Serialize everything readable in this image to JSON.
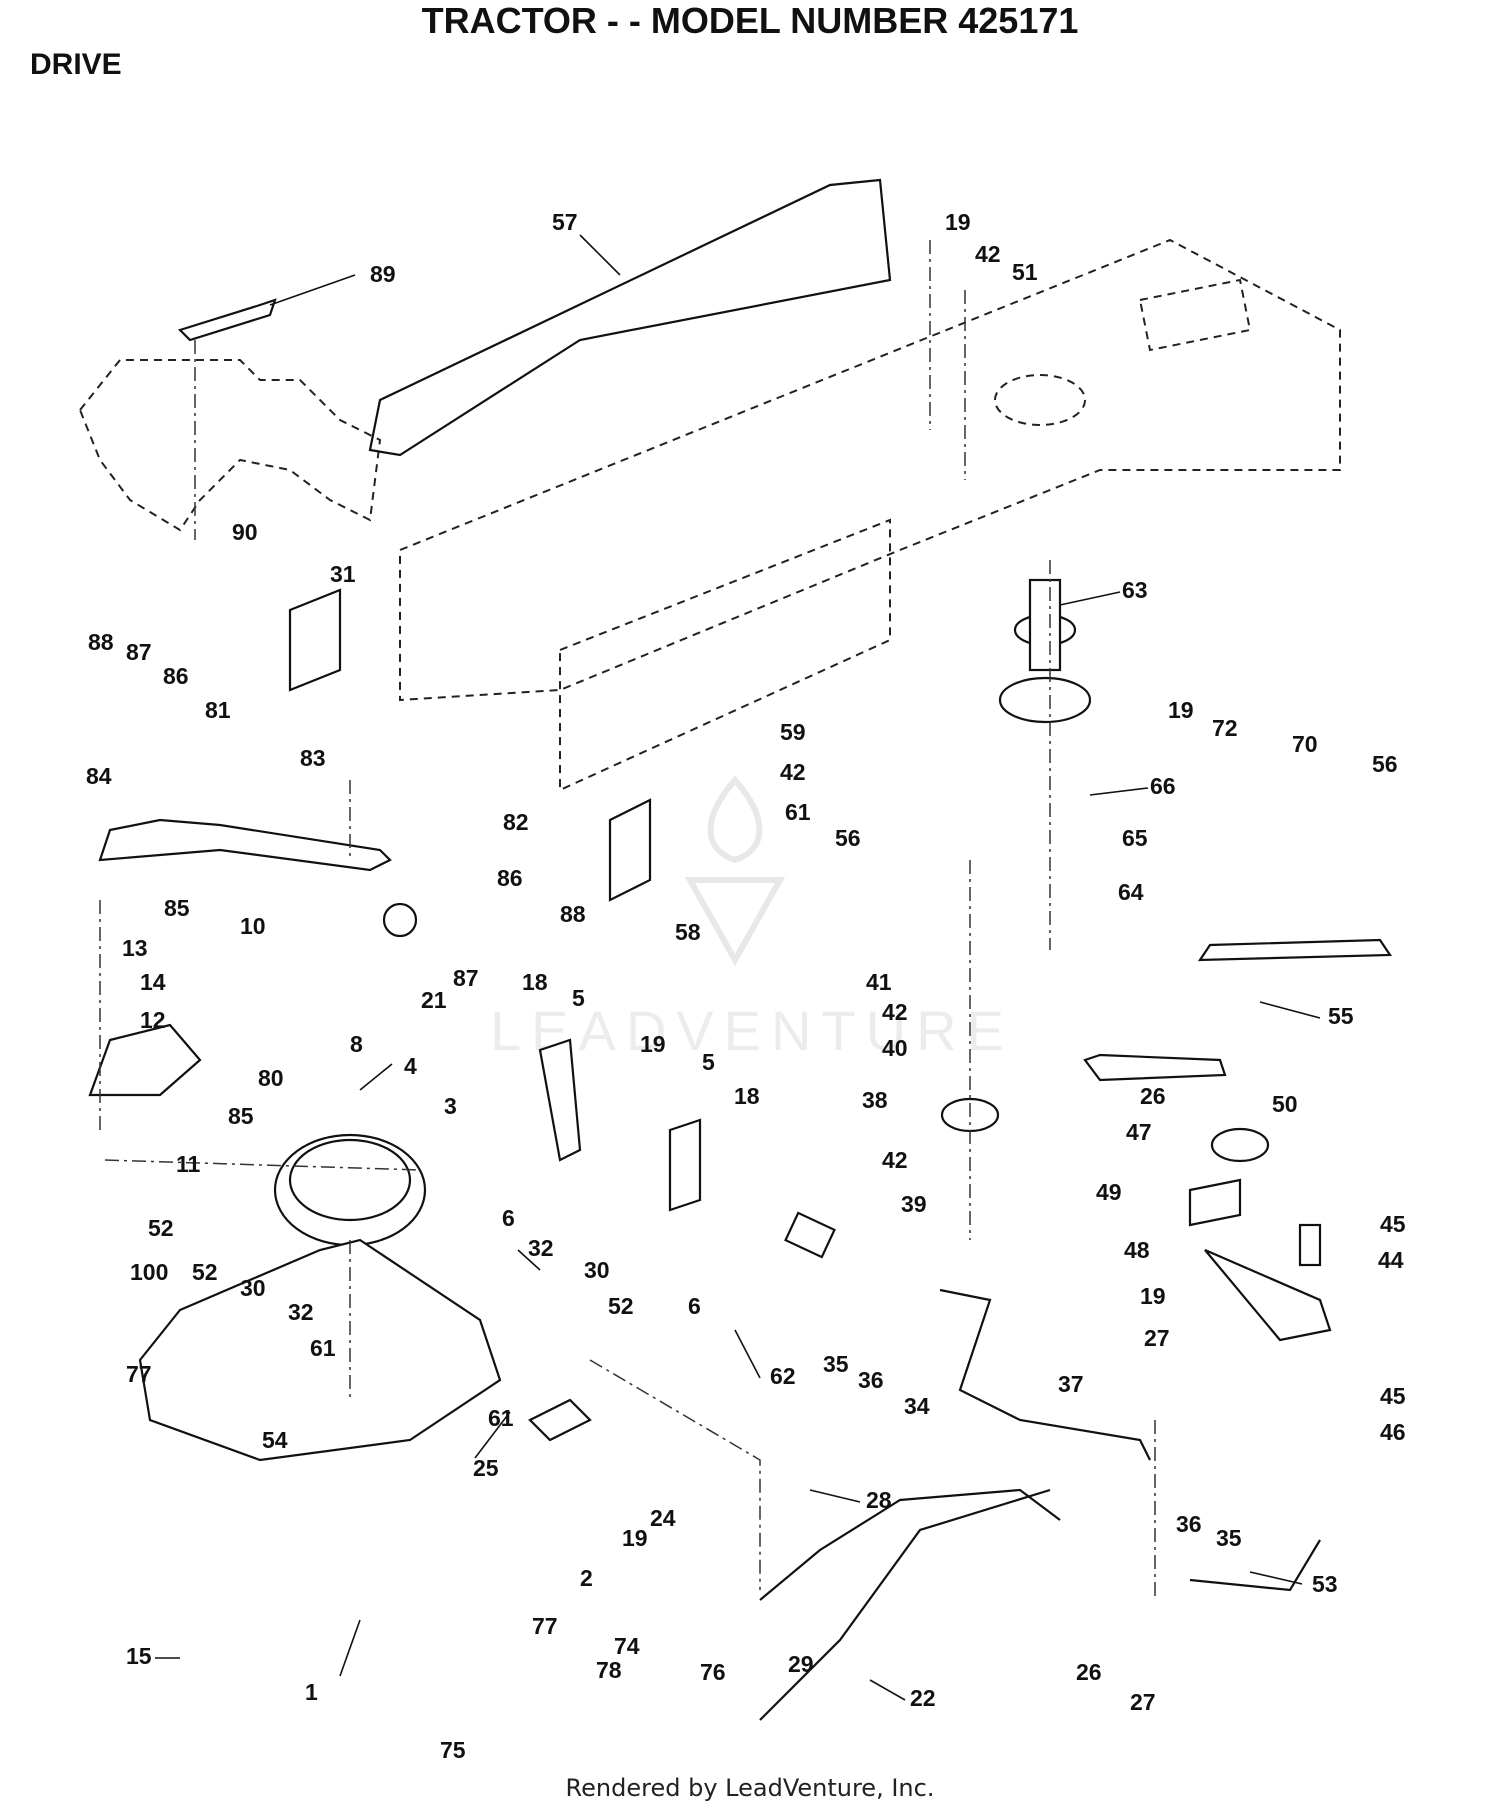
{
  "header": {
    "title": "TRACTOR - - MODEL NUMBER 425171",
    "section": "DRIVE"
  },
  "footer": {
    "credit": "Rendered by LeadVenture, Inc."
  },
  "watermark": {
    "text": "LEADVENTURE"
  },
  "part_labels": [
    "57",
    "19",
    "42",
    "51",
    "89",
    "90",
    "31",
    "63",
    "19",
    "72",
    "70",
    "56",
    "59",
    "42",
    "61",
    "56",
    "66",
    "65",
    "64",
    "88",
    "87",
    "86",
    "81",
    "83",
    "82",
    "84",
    "86",
    "88",
    "85",
    "87",
    "10",
    "21",
    "8",
    "13",
    "14",
    "12",
    "80",
    "85",
    "11",
    "4",
    "3",
    "18",
    "5",
    "19",
    "5",
    "18",
    "6",
    "6",
    "58",
    "41",
    "42",
    "40",
    "38",
    "42",
    "39",
    "55",
    "26",
    "50",
    "47",
    "49",
    "45",
    "44",
    "48",
    "19",
    "27",
    "45",
    "46",
    "52",
    "100",
    "52",
    "30",
    "32",
    "61",
    "77",
    "54",
    "32",
    "30",
    "52",
    "61",
    "62",
    "35",
    "36",
    "34",
    "37",
    "25",
    "24",
    "19",
    "2",
    "77",
    "74",
    "78",
    "76",
    "75",
    "1",
    "15",
    "28",
    "29",
    "22",
    "36",
    "35",
    "53",
    "26",
    "27"
  ]
}
